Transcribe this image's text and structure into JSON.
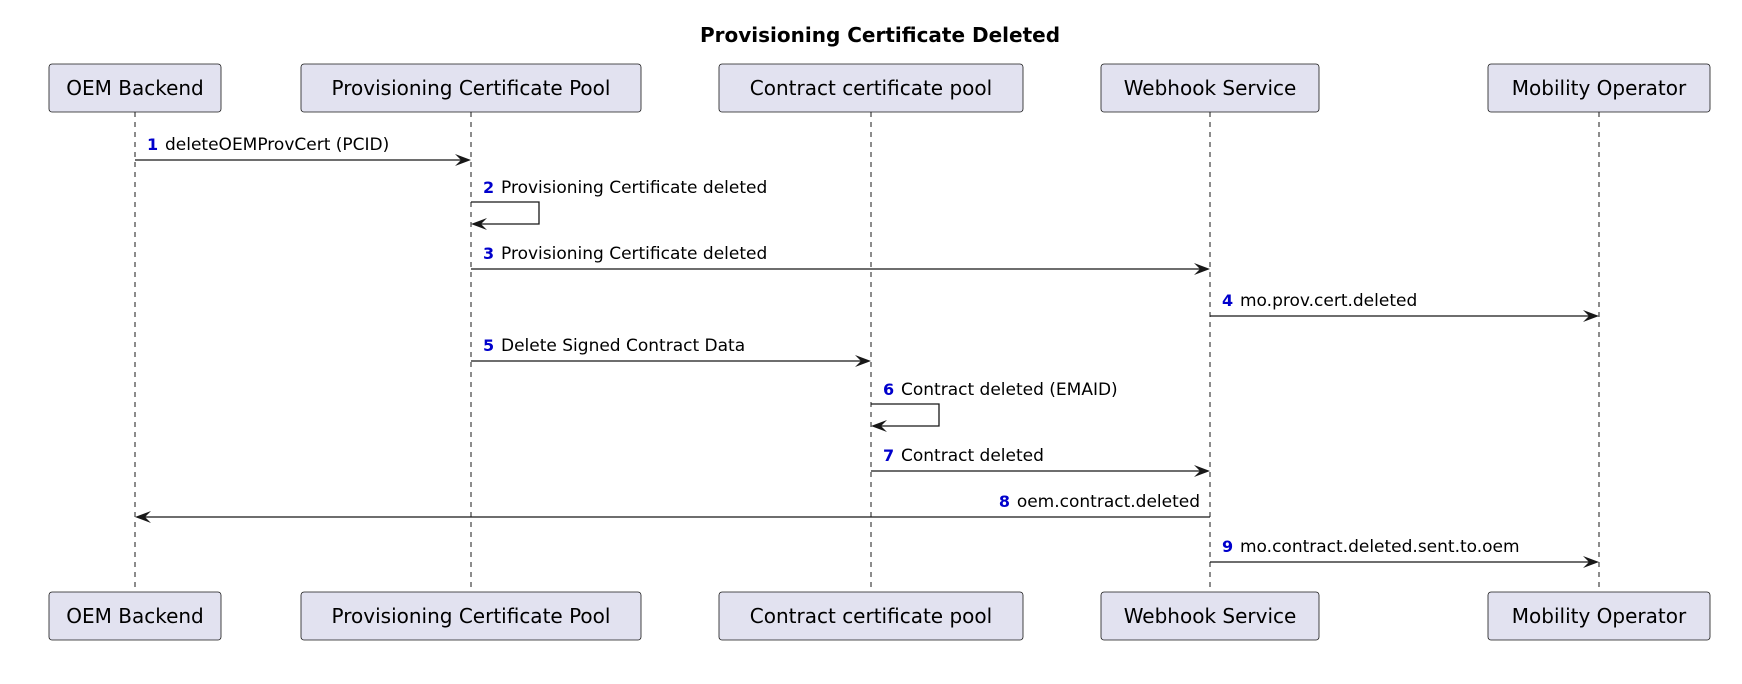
{
  "title": "Provisioning Certificate Deleted",
  "colors": {
    "participant_fill": "#e2e2f0",
    "participant_border": "#181818",
    "line": "#181818",
    "sequence_number": "#0000cc"
  },
  "participants": [
    {
      "id": "oem",
      "label": "OEM Backend"
    },
    {
      "id": "pcp",
      "label": "Provisioning Certificate Pool"
    },
    {
      "id": "ccp",
      "label": "Contract certificate pool"
    },
    {
      "id": "webhook",
      "label": "Webhook Service"
    },
    {
      "id": "mo",
      "label": "Mobility Operator"
    }
  ],
  "messages": [
    {
      "num": "1",
      "from": "oem",
      "to": "pcp",
      "label": "deleteOEMProvCert (PCID)"
    },
    {
      "num": "2",
      "from": "pcp",
      "to": "pcp",
      "label": "Provisioning Certificate deleted"
    },
    {
      "num": "3",
      "from": "pcp",
      "to": "webhook",
      "label": "Provisioning Certificate deleted"
    },
    {
      "num": "4",
      "from": "webhook",
      "to": "mo",
      "label": "mo.prov.cert.deleted"
    },
    {
      "num": "5",
      "from": "pcp",
      "to": "ccp",
      "label": "Delete Signed Contract Data"
    },
    {
      "num": "6",
      "from": "ccp",
      "to": "ccp",
      "label": "Contract deleted (EMAID)"
    },
    {
      "num": "7",
      "from": "ccp",
      "to": "webhook",
      "label": "Contract deleted"
    },
    {
      "num": "8",
      "from": "webhook",
      "to": "oem",
      "label": "oem.contract.deleted"
    },
    {
      "num": "9",
      "from": "webhook",
      "to": "mo",
      "label": "mo.contract.deleted.sent.to.oem"
    }
  ]
}
